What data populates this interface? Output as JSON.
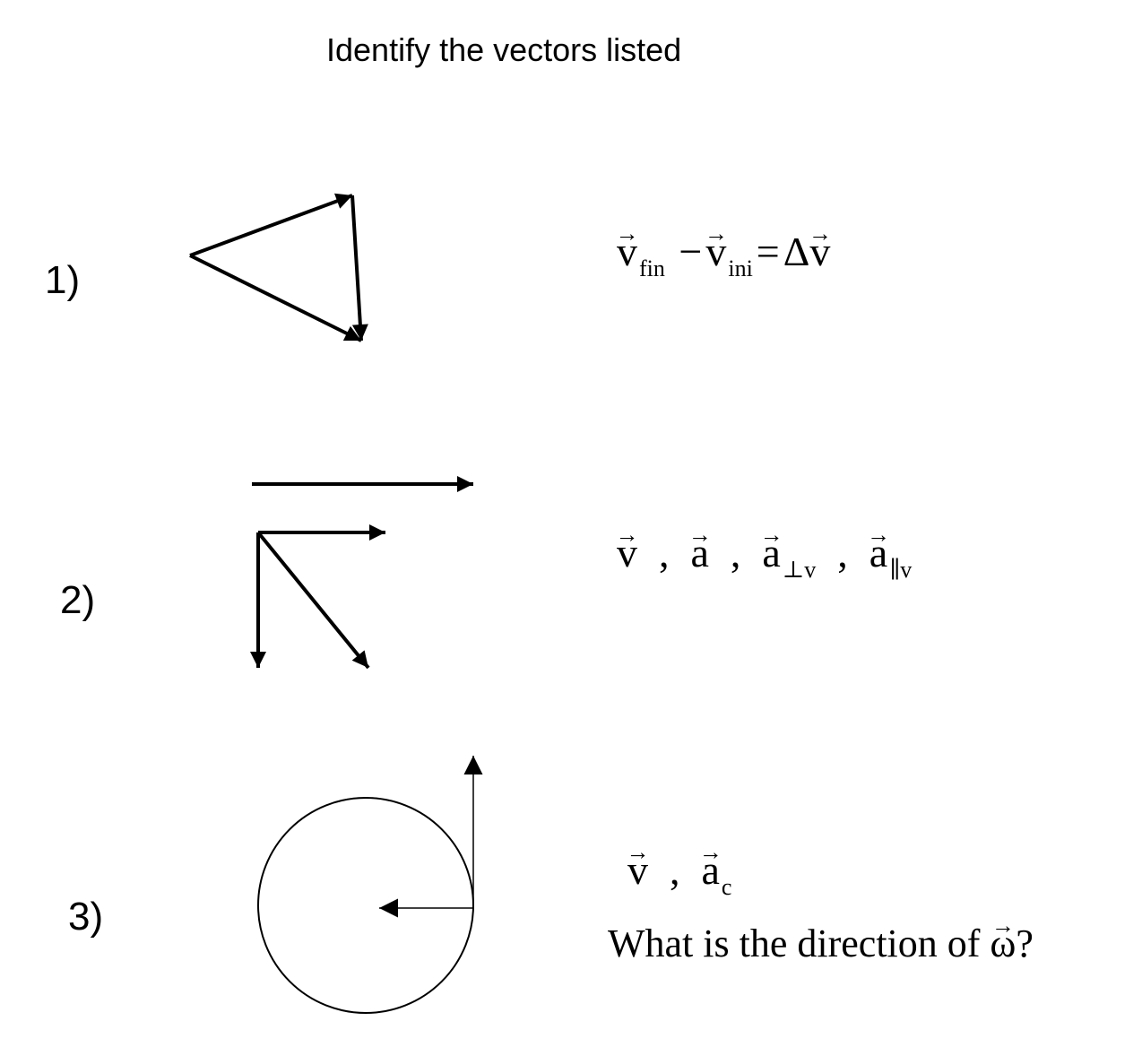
{
  "title": "Identify the vectors listed",
  "questions": [
    {
      "number": "1)"
    },
    {
      "number": "2)"
    },
    {
      "number": "3)"
    }
  ],
  "formula1": {
    "v": "v",
    "arrow": "→",
    "sub_fin": "fin",
    "minus": "−",
    "sub_ini": "ini",
    "equals": "=",
    "delta": "Δ"
  },
  "formula2": {
    "v": "v",
    "a": "a",
    "arrow": "→",
    "comma": ",",
    "sub_perp": "⊥v",
    "sub_par": "∥v"
  },
  "formula3": {
    "v": "v",
    "a": "a",
    "arrow": "→",
    "comma": ",",
    "sub_c": "c",
    "question_text": "What is the direction of ",
    "omega": "ω",
    "question_mark": "?"
  }
}
